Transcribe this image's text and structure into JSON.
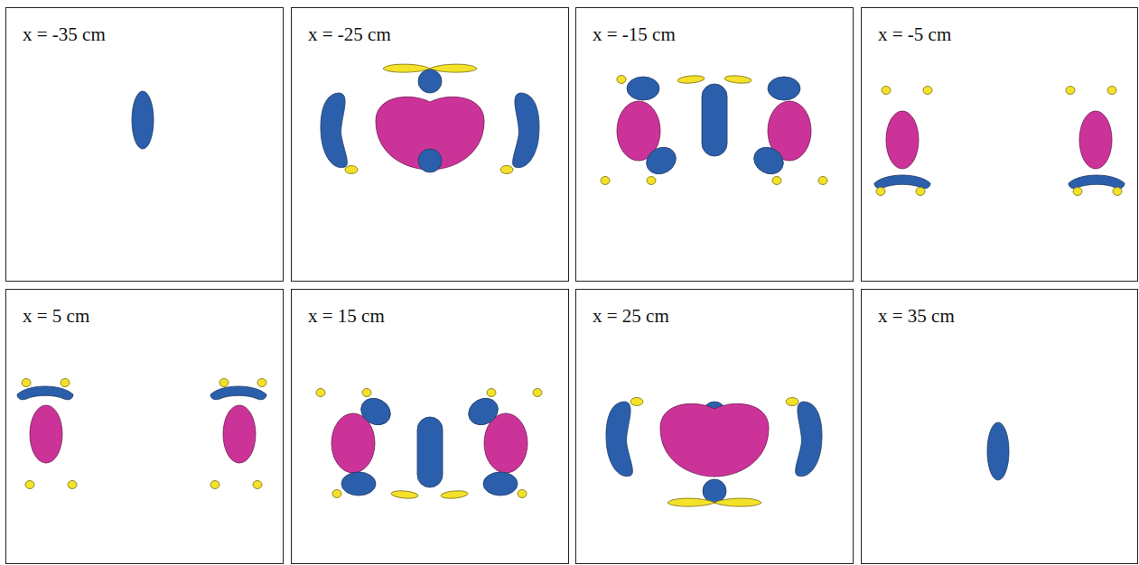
{
  "diagram": {
    "nodes": [
      {
        "text": [
          "x = -35 cm"
        ]
      },
      {
        "text": [
          "x = -25 cm"
        ]
      },
      {
        "text": [
          "x = -15 cm"
        ]
      },
      {
        "text": [
          "x = -5 cm"
        ]
      },
      {
        "text": [
          "x = 5 cm"
        ]
      },
      {
        "text": [
          "x = 15 cm"
        ]
      },
      {
        "text": [
          "x = 25 cm"
        ]
      },
      {
        "text": [
          "x = 35 cm"
        ]
      }
    ]
  }
}
